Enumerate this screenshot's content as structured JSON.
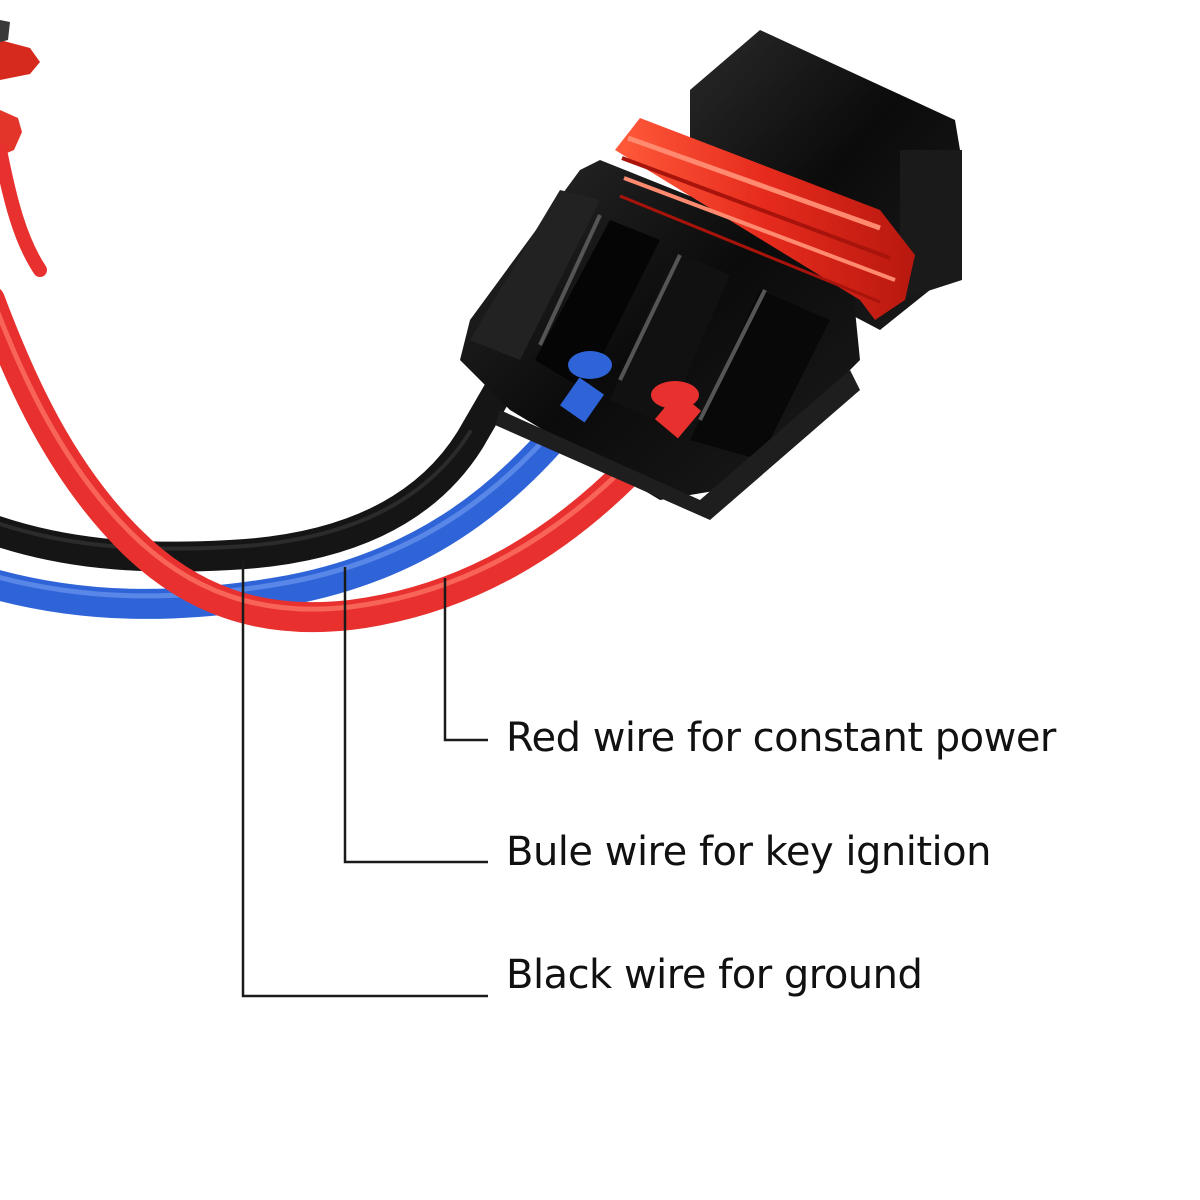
{
  "callouts": {
    "red": "Red wire for constant power",
    "blue": "Bule wire for key ignition",
    "black": "Black wire for ground"
  },
  "colors": {
    "red_wire": "#e8302e",
    "blue_wire": "#2f64d8",
    "black_wire": "#151515",
    "connector": "#0d0d0d",
    "seal": "#f03a22",
    "leader_line": "#1a1a1a"
  }
}
